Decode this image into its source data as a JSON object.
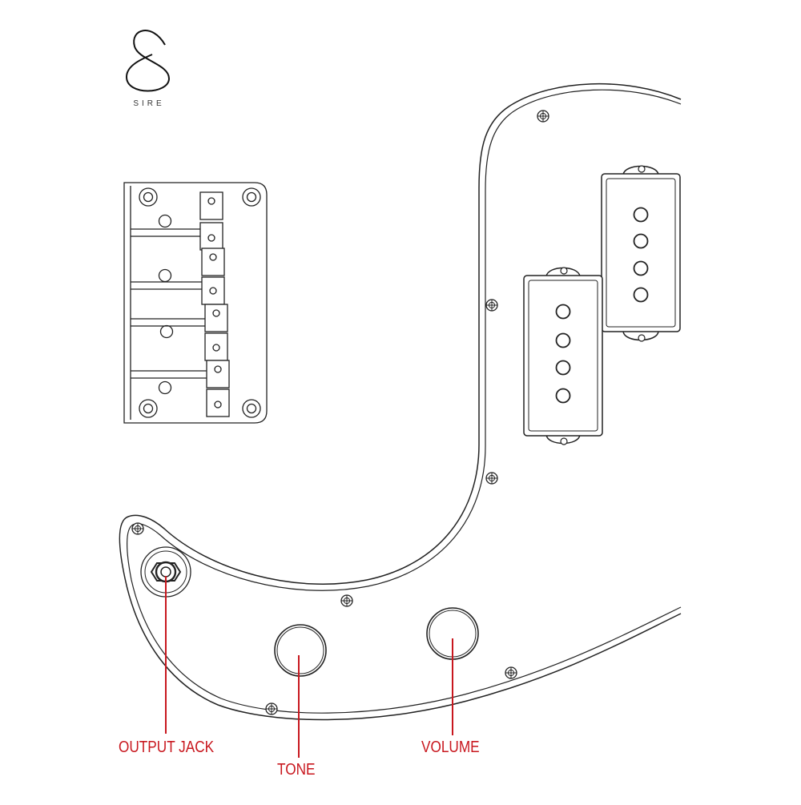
{
  "brand": {
    "name": "SIRE",
    "logo": "s-logo-icon"
  },
  "callouts": {
    "output_jack": "OUTPUT JACK",
    "tone": "TONE",
    "volume": "VOLUME"
  },
  "colors": {
    "callout": "#c8171e",
    "line": "#222222",
    "background": "#ffffff"
  }
}
